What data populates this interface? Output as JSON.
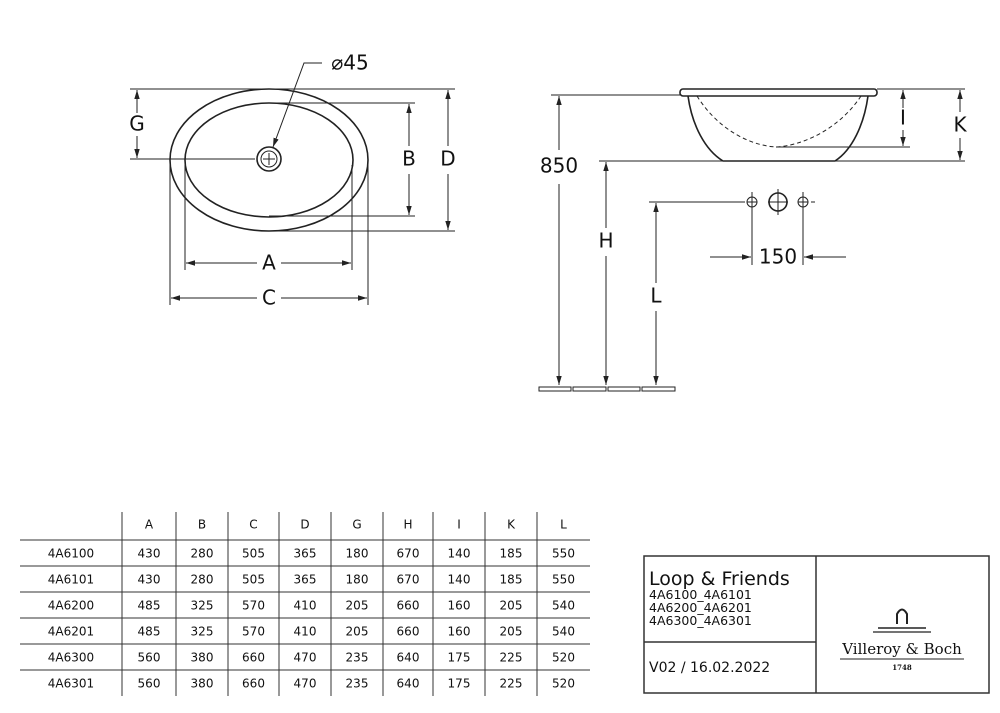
{
  "top_view": {
    "drain_label": "⌀45",
    "labels": {
      "A": "A",
      "B": "B",
      "C": "C",
      "D": "D",
      "G": "G"
    }
  },
  "side_view": {
    "height_label": "850",
    "spacing_label": "150",
    "labels": {
      "H": "H",
      "L": "L",
      "I": "I",
      "K": "K"
    }
  },
  "table": {
    "headers": [
      "A",
      "B",
      "C",
      "D",
      "G",
      "H",
      "I",
      "K",
      "L"
    ],
    "rows": [
      {
        "model": "4A6100",
        "values": [
          "430",
          "280",
          "505",
          "365",
          "180",
          "670",
          "140",
          "185",
          "550"
        ]
      },
      {
        "model": "4A6101",
        "values": [
          "430",
          "280",
          "505",
          "365",
          "180",
          "670",
          "140",
          "185",
          "550"
        ]
      },
      {
        "model": "4A6200",
        "values": [
          "485",
          "325",
          "570",
          "410",
          "205",
          "660",
          "160",
          "205",
          "540"
        ]
      },
      {
        "model": "4A6201",
        "values": [
          "485",
          "325",
          "570",
          "410",
          "205",
          "660",
          "160",
          "205",
          "540"
        ]
      },
      {
        "model": "4A6300",
        "values": [
          "560",
          "380",
          "660",
          "470",
          "235",
          "640",
          "175",
          "225",
          "520"
        ]
      },
      {
        "model": "4A6301",
        "values": [
          "560",
          "380",
          "660",
          "470",
          "235",
          "640",
          "175",
          "225",
          "520"
        ]
      }
    ]
  },
  "title_block": {
    "product": "Loop & Friends",
    "codes": [
      "4A6100_4A6101",
      "4A6200_4A6201",
      "4A6300_4A6301"
    ],
    "version": "V02 / 16.02.2022",
    "brand": "Villeroy & Boch",
    "brand_year": "1748"
  }
}
